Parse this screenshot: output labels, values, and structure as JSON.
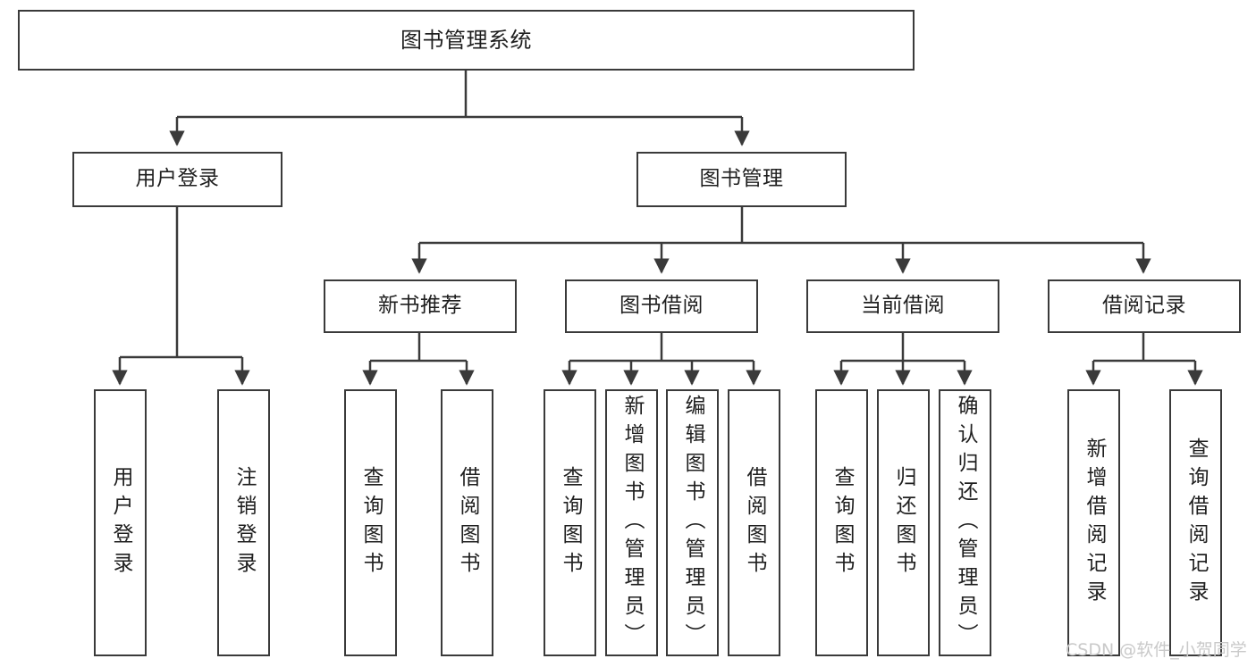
{
  "diagram": {
    "title": "图书管理系统",
    "type": "tree",
    "orientation": "top-down",
    "colors": {
      "stroke": "#3a3a3a",
      "fill": "#ffffff",
      "text": "#1f1f1f",
      "watermark": "#c9c9c9"
    },
    "nodes": {
      "root": {
        "label": "图书管理系统"
      },
      "level2": [
        {
          "id": "user-login",
          "label": "用户登录"
        },
        {
          "id": "book-management",
          "label": "图书管理"
        }
      ],
      "level3": [
        {
          "id": "new-book-recommend",
          "label": "新书推荐"
        },
        {
          "id": "book-borrow",
          "label": "图书借阅"
        },
        {
          "id": "current-borrow",
          "label": "当前借阅"
        },
        {
          "id": "borrow-record",
          "label": "借阅记录"
        }
      ],
      "leaves": [
        {
          "id": "leaf-user-login",
          "label": "用户登录",
          "parent": "user-login"
        },
        {
          "id": "leaf-logout",
          "label": "注销登录",
          "parent": "user-login"
        },
        {
          "id": "leaf-query-book-1",
          "label": "查询图书",
          "parent": "new-book-recommend"
        },
        {
          "id": "leaf-borrow-book-1",
          "label": "借阅图书",
          "parent": "new-book-recommend"
        },
        {
          "id": "leaf-query-book-2",
          "label": "查询图书",
          "parent": "book-borrow"
        },
        {
          "id": "leaf-add-book",
          "label": "新增图书（管理员）",
          "parent": "book-borrow"
        },
        {
          "id": "leaf-edit-book",
          "label": "编辑图书（管理员）",
          "parent": "book-borrow"
        },
        {
          "id": "leaf-borrow-book-2",
          "label": "借阅图书",
          "parent": "book-borrow"
        },
        {
          "id": "leaf-query-book-3",
          "label": "查询图书",
          "parent": "current-borrow"
        },
        {
          "id": "leaf-return-book",
          "label": "归还图书",
          "parent": "current-borrow"
        },
        {
          "id": "leaf-confirm-return",
          "label": "确认归还（管理员）",
          "parent": "current-borrow"
        },
        {
          "id": "leaf-add-record",
          "label": "新增借阅记录",
          "parent": "borrow-record"
        },
        {
          "id": "leaf-query-record",
          "label": "查询借阅记录",
          "parent": "borrow-record"
        }
      ]
    }
  },
  "watermark": {
    "text": "CSDN @软件_小贺同学"
  }
}
